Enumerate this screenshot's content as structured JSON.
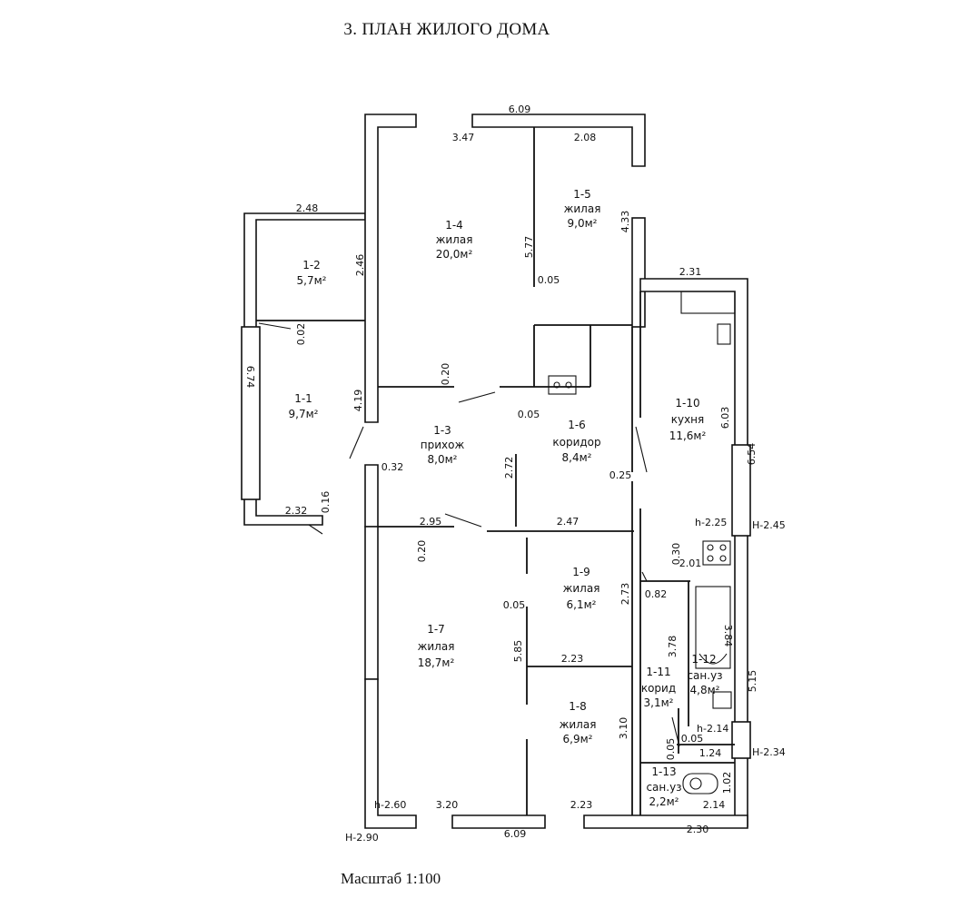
{
  "title": "3. ПЛАН ЖИЛОГО ДОМА",
  "scale": "Масштаб 1:100",
  "rooms": [
    {
      "id": "1-1",
      "name": "",
      "area": "9,7м²"
    },
    {
      "id": "1-2",
      "name": "",
      "area": "5,7м²"
    },
    {
      "id": "1-3",
      "name": "прихож",
      "area": "8,0м²"
    },
    {
      "id": "1-4",
      "name": "жилая",
      "area": "20,0м²"
    },
    {
      "id": "1-5",
      "name": "жилая",
      "area": "9,0м²"
    },
    {
      "id": "1-6",
      "name": "коридор",
      "area": "8,4м²"
    },
    {
      "id": "1-7",
      "name": "жилая",
      "area": "18,7м²"
    },
    {
      "id": "1-8",
      "name": "жилая",
      "area": "6,9м²"
    },
    {
      "id": "1-9",
      "name": "жилая",
      "area": "6,1м²"
    },
    {
      "id": "1-10",
      "name": "кухня",
      "area": "11,6м²"
    },
    {
      "id": "1-11",
      "name": "корид",
      "area": "3,1м²"
    },
    {
      "id": "1-12",
      "name": "сан.уз",
      "area": "4,8м²"
    },
    {
      "id": "1-13",
      "name": "сан.уз",
      "area": "2,2м²"
    }
  ],
  "dimensions": [
    "6.09",
    "3.47",
    "2.08",
    "4.33",
    "5.77",
    "0.05",
    "2.48",
    "2.46",
    "0.02",
    "6.74",
    "4.19",
    "0.20",
    "0.05",
    "2.31",
    "6.03",
    "6.54",
    "0.32",
    "2.72",
    "0.25",
    "0.16",
    "2.32",
    "2.95",
    "2.47",
    "0.20",
    "0.30",
    "2.01",
    "0.82",
    "2.73",
    "0.05",
    "3.78",
    "3.84",
    "5.85",
    "2.23",
    "5.15",
    "0.05",
    "0.05",
    "1.24",
    "1.02",
    "3.20",
    "2.23",
    "3.10",
    "2.14",
    "6.09",
    "2.30"
  ],
  "heights": [
    "h-2.25",
    "H-2.45",
    "h-2.14",
    "H-2.34",
    "h-2.60",
    "H-2.90"
  ]
}
